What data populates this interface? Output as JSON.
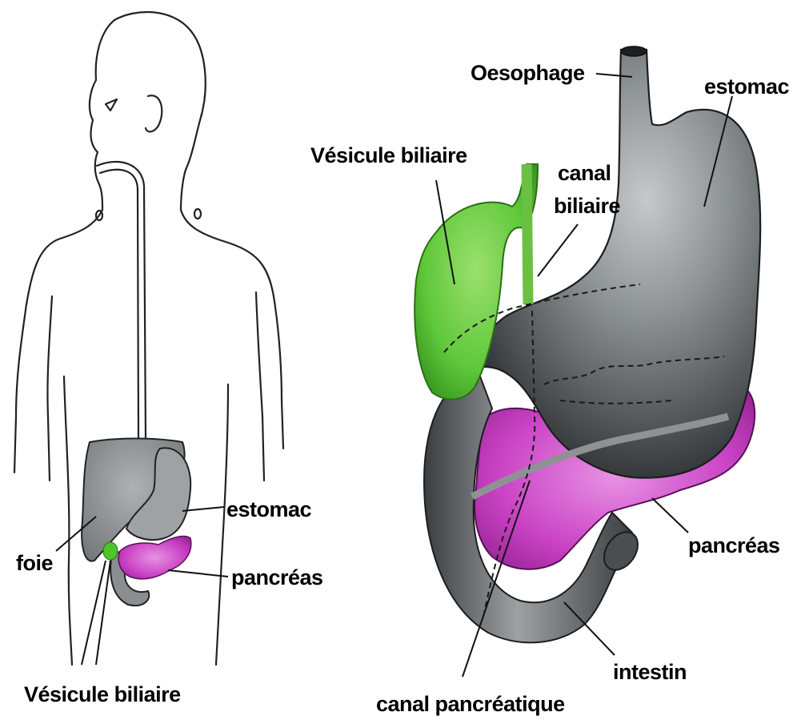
{
  "left_figure": {
    "labels": {
      "foie": "foie",
      "estomac": "estomac",
      "pancreas": "pancréas",
      "vesicule": "Vésicule biliaire"
    }
  },
  "right_figure": {
    "labels": {
      "oesophage": "Oesophage",
      "estomac": "estomac",
      "vesicule": "Vésicule biliaire",
      "canal_biliaire_1": "canal",
      "canal_biliaire_2": "biliaire",
      "pancreas": "pancréas",
      "intestin": "intestin",
      "canal_pancreatique": "canal pancréatique"
    }
  },
  "colors": {
    "organ_gray": "#8e9294",
    "organ_dark": "#3a3d3f",
    "gallbladder_green": "#5fc83a",
    "pancreas_magenta": "#c33cbf",
    "outline": "#222222"
  }
}
